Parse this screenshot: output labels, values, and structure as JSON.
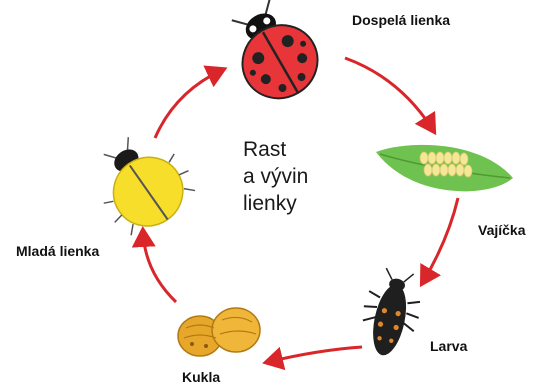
{
  "diagram": {
    "title_lines": [
      "Rast",
      "a vývin",
      "lienky"
    ],
    "stages": {
      "adult": "Dospelá lienka",
      "eggs": "Vajíčka",
      "larva": "Larva",
      "pupa": "Kukla",
      "young": "Mladá lienka"
    },
    "colors": {
      "arrow": "#d9262a",
      "adult_body": "#e8353a",
      "young_body": "#f7de2a",
      "leaf": "#6fc24f",
      "eggs": "#f5e79a",
      "larva": "#1f1f1f",
      "pupa": "#e7a72b"
    },
    "icons": [
      "ladybug-adult-icon",
      "eggs-on-leaf-icon",
      "larva-icon",
      "pupa-icon",
      "ladybug-young-icon"
    ]
  }
}
